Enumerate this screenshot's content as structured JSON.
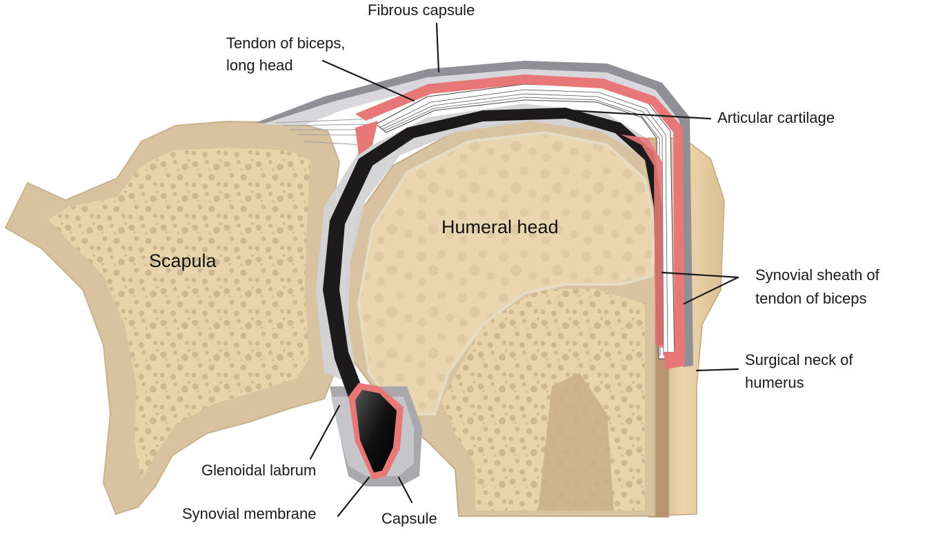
{
  "diagram": {
    "labels": {
      "fibrous_capsule": "Fibrous capsule",
      "tendon_biceps_line1": "Tendon of biceps,",
      "tendon_biceps_line2": "long head",
      "articular_cartilage": "Articular cartilage",
      "humeral_head": "Humeral head",
      "scapula": "Scapula",
      "synovial_sheath_line1": "Synovial sheath of",
      "synovial_sheath_line2": "tendon of biceps",
      "surgical_neck_line1": "Surgical neck of",
      "surgical_neck_line2": "humerus",
      "glenoidal_labrum": "Glenoidal labrum",
      "synovial_membrane": "Synovial membrane",
      "capsule": "Capsule"
    },
    "colors": {
      "bone_cortex": "#d8c3a0",
      "bone_spongy": "#e8d4aa",
      "bone_pores": "#c9b592",
      "cartilage": "#d3d3d6",
      "synovial_cavity": "#1c1a1b",
      "synovial_membrane": "#e87878",
      "capsule": "#a9a9ad",
      "tendon": "#ffffff",
      "humerus_shaft": "#e6cfa6"
    }
  }
}
